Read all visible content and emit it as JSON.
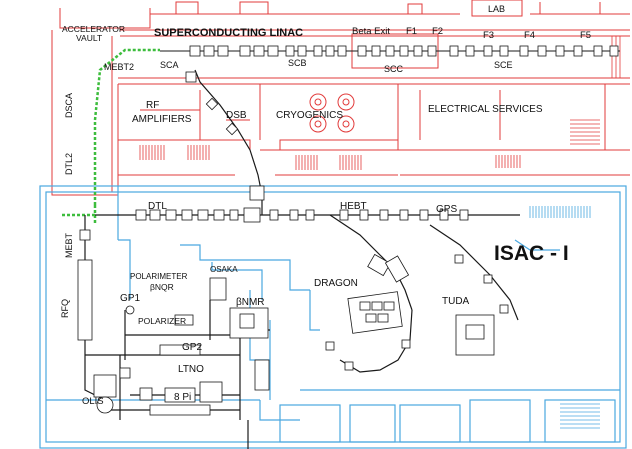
{
  "labels": {
    "lab": "LAB",
    "accel_vault_1": "ACCELERATOR",
    "accel_vault_2": "VAULT",
    "sc_linac": "SUPERCONDUCTING LINAC",
    "beta_exit": "Beta Exit",
    "f1": "F1",
    "f2": "F2",
    "f3": "F3",
    "f4": "F4",
    "f5": "F5",
    "mebt2": "MEBT2",
    "sca": "SCA",
    "scb": "SCB",
    "scc": "SCC",
    "sce": "SCE",
    "dsca": "DSCA",
    "rf_amp_1": "RF",
    "rf_amp_2": "AMPLIFIERS",
    "dsb": "DSB",
    "cryogenics": "CRYOGENICS",
    "electrical": "ELECTRICAL SERVICES",
    "dtl2": "DTL2",
    "dtl": "DTL",
    "hebt": "HEBT",
    "gps": "GPS",
    "mebt": "MEBT",
    "isac": "ISAC - I",
    "osaka": "OSAKA",
    "polarimeter": "POLARIMETER",
    "bnqr": "βNQR",
    "dragon": "DRAGON",
    "tuda": "TUDA",
    "rfq": "RFQ",
    "gp1": "GP1",
    "polarizer": "POLARIZER",
    "bnmr": "βNMR",
    "gp2": "GP2",
    "ltno": "LTNO",
    "olis": "OLIS",
    "eight_pi": "8 Pi"
  },
  "colors": {
    "upper_building": "#e23b3b",
    "isac_building": "#4aa8e0",
    "beamline": "#1a1a1a",
    "superconducting_beamline": "#3dbd3d"
  }
}
